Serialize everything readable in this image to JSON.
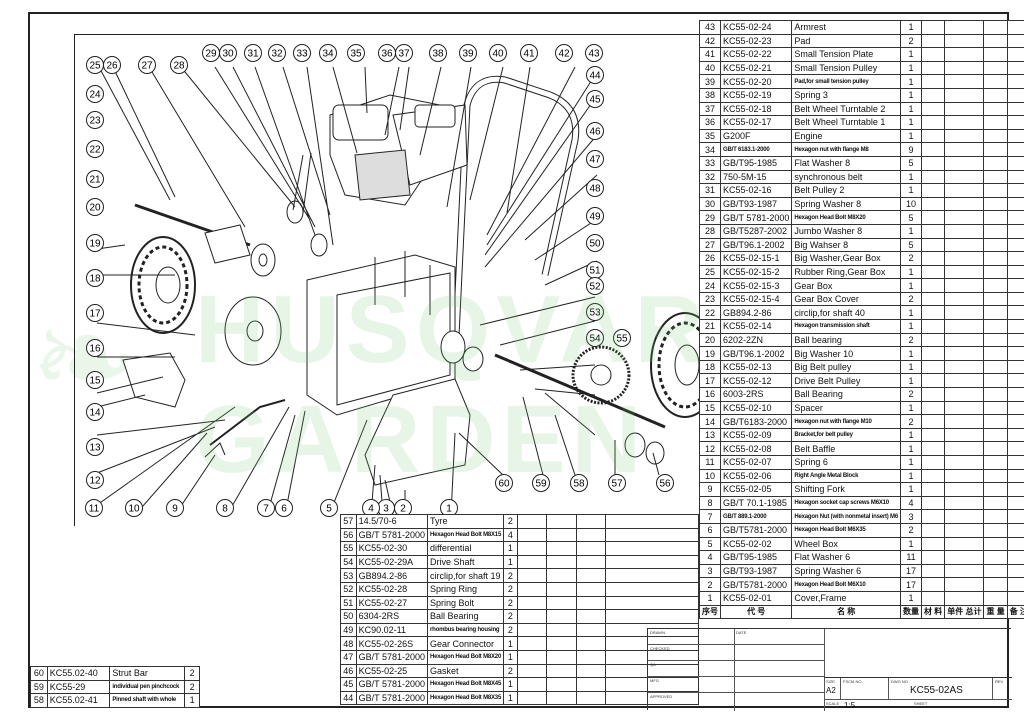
{
  "callouts": [
    "1",
    "2",
    "3",
    "4",
    "5",
    "6",
    "7",
    "8",
    "9",
    "10",
    "11",
    "12",
    "13",
    "14",
    "15",
    "16",
    "17",
    "18",
    "19",
    "20",
    "21",
    "22",
    "23",
    "24",
    "25",
    "26",
    "27",
    "28",
    "29",
    "30",
    "31",
    "32",
    "33",
    "34",
    "35",
    "36",
    "37",
    "38",
    "39",
    "40",
    "41",
    "42",
    "43",
    "44",
    "45",
    "46",
    "47",
    "48",
    "49",
    "50",
    "51",
    "52",
    "53",
    "54",
    "55",
    "56",
    "57",
    "58",
    "59",
    "60"
  ],
  "watermark": "HUSQVARNA GARDEN",
  "bom_right": [
    {
      "seq": "43",
      "code": "KC55-02-24",
      "name": "Armrest",
      "qty": "1"
    },
    {
      "seq": "42",
      "code": "KC55-02-23",
      "name": "Pad",
      "qty": "2"
    },
    {
      "seq": "41",
      "code": "KC55-02-22",
      "name": "Small Tension Plate",
      "qty": "1"
    },
    {
      "seq": "40",
      "code": "KC55-02-21",
      "name": "Small Tension Pulley",
      "qty": "1"
    },
    {
      "seq": "39",
      "code": "KC55-02-20",
      "name": "Pad,for small tension pulley",
      "qty": "1"
    },
    {
      "seq": "38",
      "code": "KC55-02-19",
      "name": "Spring 3",
      "qty": "1"
    },
    {
      "seq": "37",
      "code": "KC55-02-18",
      "name": "Belt Wheel Turntable 2",
      "qty": "1"
    },
    {
      "seq": "36",
      "code": "KC55-02-17",
      "name": "Belt Wheel Turntable 1",
      "qty": "1"
    },
    {
      "seq": "35",
      "code": "G200F",
      "name": "Engine",
      "qty": "1"
    },
    {
      "seq": "34",
      "code": "GB/T 6183.1-2000",
      "name": "Hexagon nut with flange M8",
      "qty": "9"
    },
    {
      "seq": "33",
      "code": "GB/T95-1985",
      "name": "Flat Washer 8",
      "qty": "5"
    },
    {
      "seq": "32",
      "code": "750-5M-15",
      "name": "synchronous belt",
      "qty": "1"
    },
    {
      "seq": "31",
      "code": "KC55-02-16",
      "name": "Belt Pulley 2",
      "qty": "1"
    },
    {
      "seq": "30",
      "code": "GB/T93-1987",
      "name": "Spring Washer 8",
      "qty": "10"
    },
    {
      "seq": "29",
      "code": "GB/T 5781-2000",
      "name": "Hexagon Head Bolt M8X20",
      "qty": "5"
    },
    {
      "seq": "28",
      "code": "GB/T5287-2002",
      "name": "Jumbo Washer 8",
      "qty": "1"
    },
    {
      "seq": "27",
      "code": "GB/T96.1-2002",
      "name": "Big Wahser 8",
      "qty": "5"
    },
    {
      "seq": "26",
      "code": "KC55-02-15-1",
      "name": "Big Washer,Gear Box",
      "qty": "2"
    },
    {
      "seq": "25",
      "code": "KC55-02-15-2",
      "name": "Rubber Ring,Gear Box",
      "qty": "1"
    },
    {
      "seq": "24",
      "code": "KC55-02-15-3",
      "name": "Gear Box",
      "qty": "1"
    },
    {
      "seq": "23",
      "code": "KC55-02-15-4",
      "name": "Gear Box Cover",
      "qty": "2"
    },
    {
      "seq": "22",
      "code": "GB894.2-86",
      "name": "circlip,for shaft 40",
      "qty": "1"
    },
    {
      "seq": "21",
      "code": "KC55-02-14",
      "name": "Hexagon transmission shaft",
      "qty": "1"
    },
    {
      "seq": "20",
      "code": "6202-2ZN",
      "name": "Ball bearing",
      "qty": "2"
    },
    {
      "seq": "19",
      "code": "GB/T96.1-2002",
      "name": "Big Washer 10",
      "qty": "1"
    },
    {
      "seq": "18",
      "code": "KC55-02-13",
      "name": "Big Belt pulley",
      "qty": "1"
    },
    {
      "seq": "17",
      "code": "KC55-02-12",
      "name": "Drive Belt Pulley",
      "qty": "1"
    },
    {
      "seq": "16",
      "code": "6003-2RS",
      "name": "Ball Bearing",
      "qty": "2"
    },
    {
      "seq": "15",
      "code": "KC55-02-10",
      "name": "Spacer",
      "qty": "1"
    },
    {
      "seq": "14",
      "code": "GB/T6183-2000",
      "name": "Hexagon nut with flange M10",
      "qty": "2"
    },
    {
      "seq": "13",
      "code": "KC55-02-09",
      "name": "Bracket,for belt pulley",
      "qty": "1"
    },
    {
      "seq": "12",
      "code": "KC55-02-08",
      "name": "Belt Baffle",
      "qty": "1"
    },
    {
      "seq": "11",
      "code": "KC55-02-07",
      "name": "Spring 6",
      "qty": "1"
    },
    {
      "seq": "10",
      "code": "KC55-02-06",
      "name": "Right Angle Metal Block",
      "qty": "1"
    },
    {
      "seq": "9",
      "code": "KC55-02-05",
      "name": "Shifting Fork",
      "qty": "1"
    },
    {
      "seq": "8",
      "code": "GB/T 70.1-1985",
      "name": "Hexagon socket cap screws M6X10",
      "qty": "4"
    },
    {
      "seq": "7",
      "code": "GB/T 889.1-2000",
      "name": "Hexagon Nut (with nonmetal insert) M6",
      "qty": "3"
    },
    {
      "seq": "6",
      "code": "GB/T5781-2000",
      "name": "Hexagon Head Bolt M6X35",
      "qty": "2"
    },
    {
      "seq": "5",
      "code": "KC55-02-02",
      "name": "Wheel Box",
      "qty": "1"
    },
    {
      "seq": "4",
      "code": "GB/T95-1985",
      "name": "Flat Washer 6",
      "qty": "11"
    },
    {
      "seq": "3",
      "code": "GB/T93-1987",
      "name": "Spring Washer 6",
      "qty": "17"
    },
    {
      "seq": "2",
      "code": "GB/T5781-2000",
      "name": "Hexagon Head Bolt M6X10",
      "qty": "17"
    },
    {
      "seq": "1",
      "code": "KC55-02-01",
      "name": "Cover,Frame",
      "qty": "1"
    }
  ],
  "bom_right_header": {
    "seq": "序号",
    "code": "代  号",
    "name": "名  称",
    "qty": "数量",
    "mat": "材  料",
    "weight": "单件 总计",
    "weight_sub": "重  量",
    "rem": "备  注"
  },
  "bom_mid": [
    {
      "seq": "57",
      "code": "14.5/70-6",
      "name": "Tyre",
      "qty": "2"
    },
    {
      "seq": "56",
      "code": "GB/T 5781-2000",
      "name": "Hexagon Head Bolt M8X15",
      "qty": "4"
    },
    {
      "seq": "55",
      "code": "KC55-02-30",
      "name": "differential",
      "qty": "1"
    },
    {
      "seq": "54",
      "code": "KC55-02-29A",
      "name": "Drive Shaft",
      "qty": "1"
    },
    {
      "seq": "53",
      "code": "GB894.2-86",
      "name": "circlip,for shaft 19",
      "qty": "2"
    },
    {
      "seq": "52",
      "code": "KC55-02-28",
      "name": "Spring Ring",
      "qty": "2"
    },
    {
      "seq": "51",
      "code": "KC55-02-27",
      "name": "Spring Bolt",
      "qty": "2"
    },
    {
      "seq": "50",
      "code": "6304-2RS",
      "name": "Ball Bearing",
      "qty": "2"
    },
    {
      "seq": "49",
      "code": "KC90.02-11",
      "name": "rhombus bearing housing",
      "qty": "2"
    },
    {
      "seq": "48",
      "code": "KC55-02-26S",
      "name": "Gear Connector",
      "qty": "1"
    },
    {
      "seq": "47",
      "code": "GB/T 5781-2000",
      "name": "Hexagon Head Bolt M8X20",
      "qty": "1"
    },
    {
      "seq": "46",
      "code": "KC55-02-25",
      "name": "Gasket",
      "qty": "2"
    },
    {
      "seq": "45",
      "code": "GB/T 5781-2000",
      "name": "Hexagon Head Bolt M8X45",
      "qty": "1"
    },
    {
      "seq": "44",
      "code": "GB/T 5781-2000",
      "name": "Hexagon Head Bolt M8X35",
      "qty": "1"
    }
  ],
  "bom_left": [
    {
      "seq": "60",
      "code": "KC55.02-40",
      "name": "Strut Bar",
      "qty": "2"
    },
    {
      "seq": "59",
      "code": "KC55-29",
      "name": "individual pen pinchcock",
      "qty": "2"
    },
    {
      "seq": "58",
      "code": "KC55.02-41",
      "name": "Pinned shaft with whole",
      "qty": "1"
    }
  ],
  "title_block": {
    "rows": [
      "DRAWN",
      "CHECKED",
      "QA",
      "MFG",
      "APPROVED"
    ],
    "date_label": "DATE",
    "size_label": "SIZE",
    "size_value": "A2",
    "fscm_label": "FSCM NO",
    "dwg_label": "DWG NO",
    "dwg_value": "KC55-02AS",
    "rev_label": "REV",
    "scale_label": "SCALE",
    "scale_value": "1:5",
    "sheet_label": "SHEET"
  },
  "colors": {
    "line": "#222222",
    "watermark": "#78c878"
  }
}
